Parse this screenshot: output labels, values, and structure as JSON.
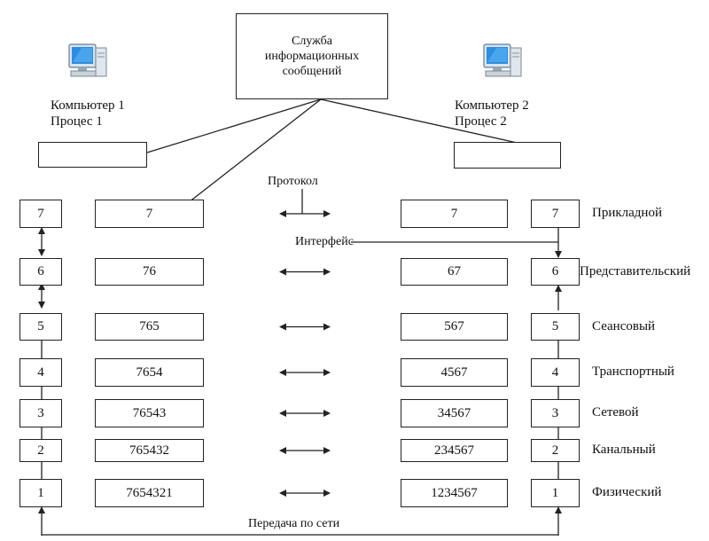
{
  "service": {
    "line1": "Служба",
    "line2": "информационных",
    "line3": "сообщений"
  },
  "computer1": {
    "name": "Компьютер 1",
    "process": "Процес 1"
  },
  "computer2": {
    "name": "Компьютер 2",
    "process": "Процес 2"
  },
  "protocol_label": "Протокол",
  "interface_label": "Интерфейс",
  "network_label": "Передача по сети",
  "layers": [
    {
      "num": "7",
      "left": "7",
      "right": "7",
      "name": "Прикладной"
    },
    {
      "num": "6",
      "left": "76",
      "right": "67",
      "name": "Представительский"
    },
    {
      "num": "5",
      "left": "765",
      "right": "567",
      "name": "Сеансовый"
    },
    {
      "num": "4",
      "left": "7654",
      "right": "4567",
      "name": "Транспортный"
    },
    {
      "num": "3",
      "left": "76543",
      "right": "34567",
      "name": "Сетевой"
    },
    {
      "num": "2",
      "left": "765432",
      "right": "234567",
      "name": "Канальный"
    },
    {
      "num": "1",
      "left": "7654321",
      "right": "1234567",
      "name": "Физический"
    }
  ],
  "icons": {
    "computer": "computer-monitor-icon"
  }
}
